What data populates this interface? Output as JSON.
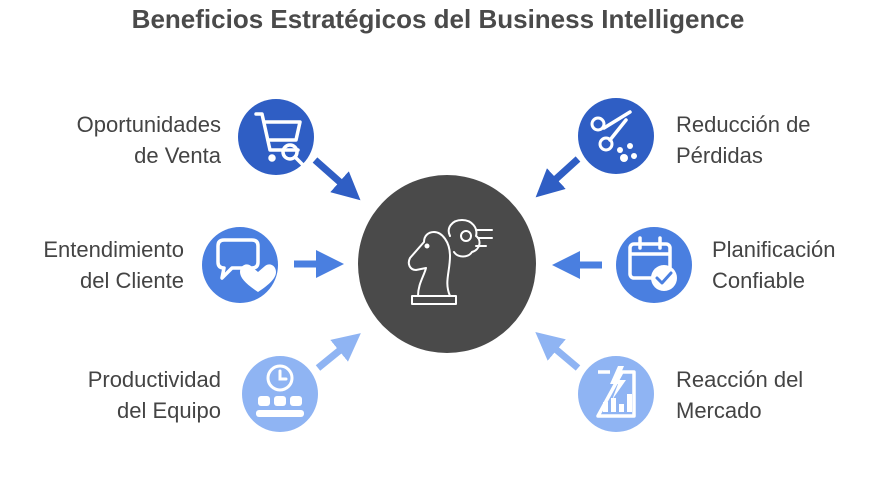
{
  "title": "Beneficios Estratégicos del Business Intelligence",
  "colors": {
    "center": "#4a4a4a",
    "dark_blue": "#2f5ec4",
    "mid_blue": "#4a7fe0",
    "light_blue": "#8fb4f3",
    "text": "#444444"
  },
  "center": {
    "icon": "chess-knight-with-brain-icon"
  },
  "benefits": [
    {
      "line1": "Oportunidades",
      "line2": "de Venta",
      "icon": "shopping-cart-search-icon"
    },
    {
      "line1": "Entendimiento",
      "line2": "del Cliente",
      "icon": "speech-bubble-heart-icon"
    },
    {
      "line1": "Productividad",
      "line2": "del Equipo",
      "icon": "clock-team-icon"
    },
    {
      "line1": "Reducción de",
      "line2": "Pérdidas",
      "icon": "scissors-cut-icon"
    },
    {
      "line1": "Planificación",
      "line2": "Confiable",
      "icon": "calendar-check-icon"
    },
    {
      "line1": "Reacción del",
      "line2": "Mercado",
      "icon": "market-chart-lightning-icon"
    }
  ]
}
